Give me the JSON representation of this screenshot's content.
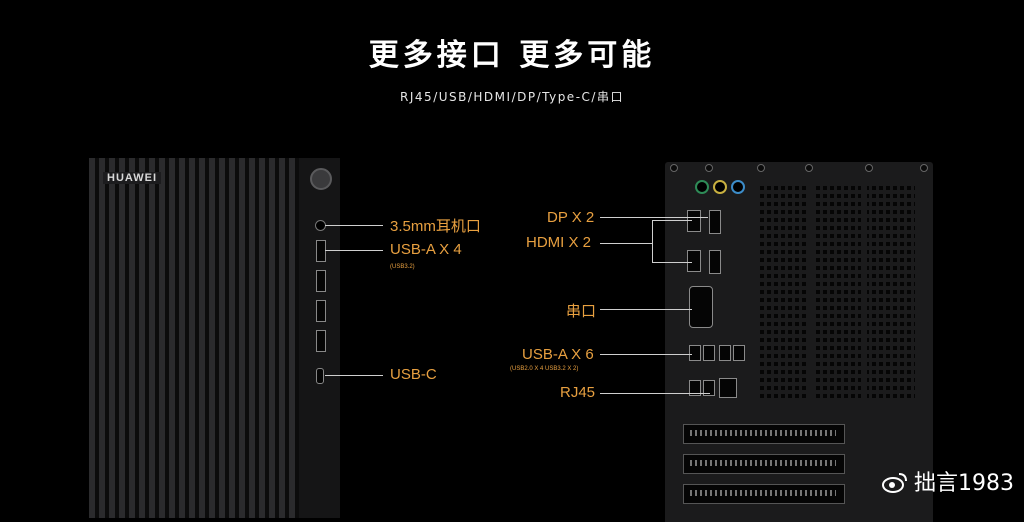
{
  "title": "更多接口 更多可能",
  "subtitle": "RJ45/USB/HDMI/DP/Type-C/串口",
  "front": {
    "brand": "HUAWEI",
    "labels": {
      "audio": "3.5mm耳机口",
      "usba": "USB-A X 4",
      "usba_sub": "(USB3.2)",
      "usbc": "USB-C"
    }
  },
  "rear": {
    "labels": {
      "dp": "DP X 2",
      "hdmi": "HDMI X 2",
      "serial": "串口",
      "usba": "USB-A X 6",
      "usba_sub": "(USB2.0 X 4  USB3.2 X 2)",
      "rj45": "RJ45"
    },
    "audio_colors": [
      "#2e8b57",
      "#c8b040",
      "#3c8cc8"
    ]
  },
  "watermark": "拙言1983",
  "colors": {
    "accent": "#e8a040",
    "background": "#000000"
  }
}
